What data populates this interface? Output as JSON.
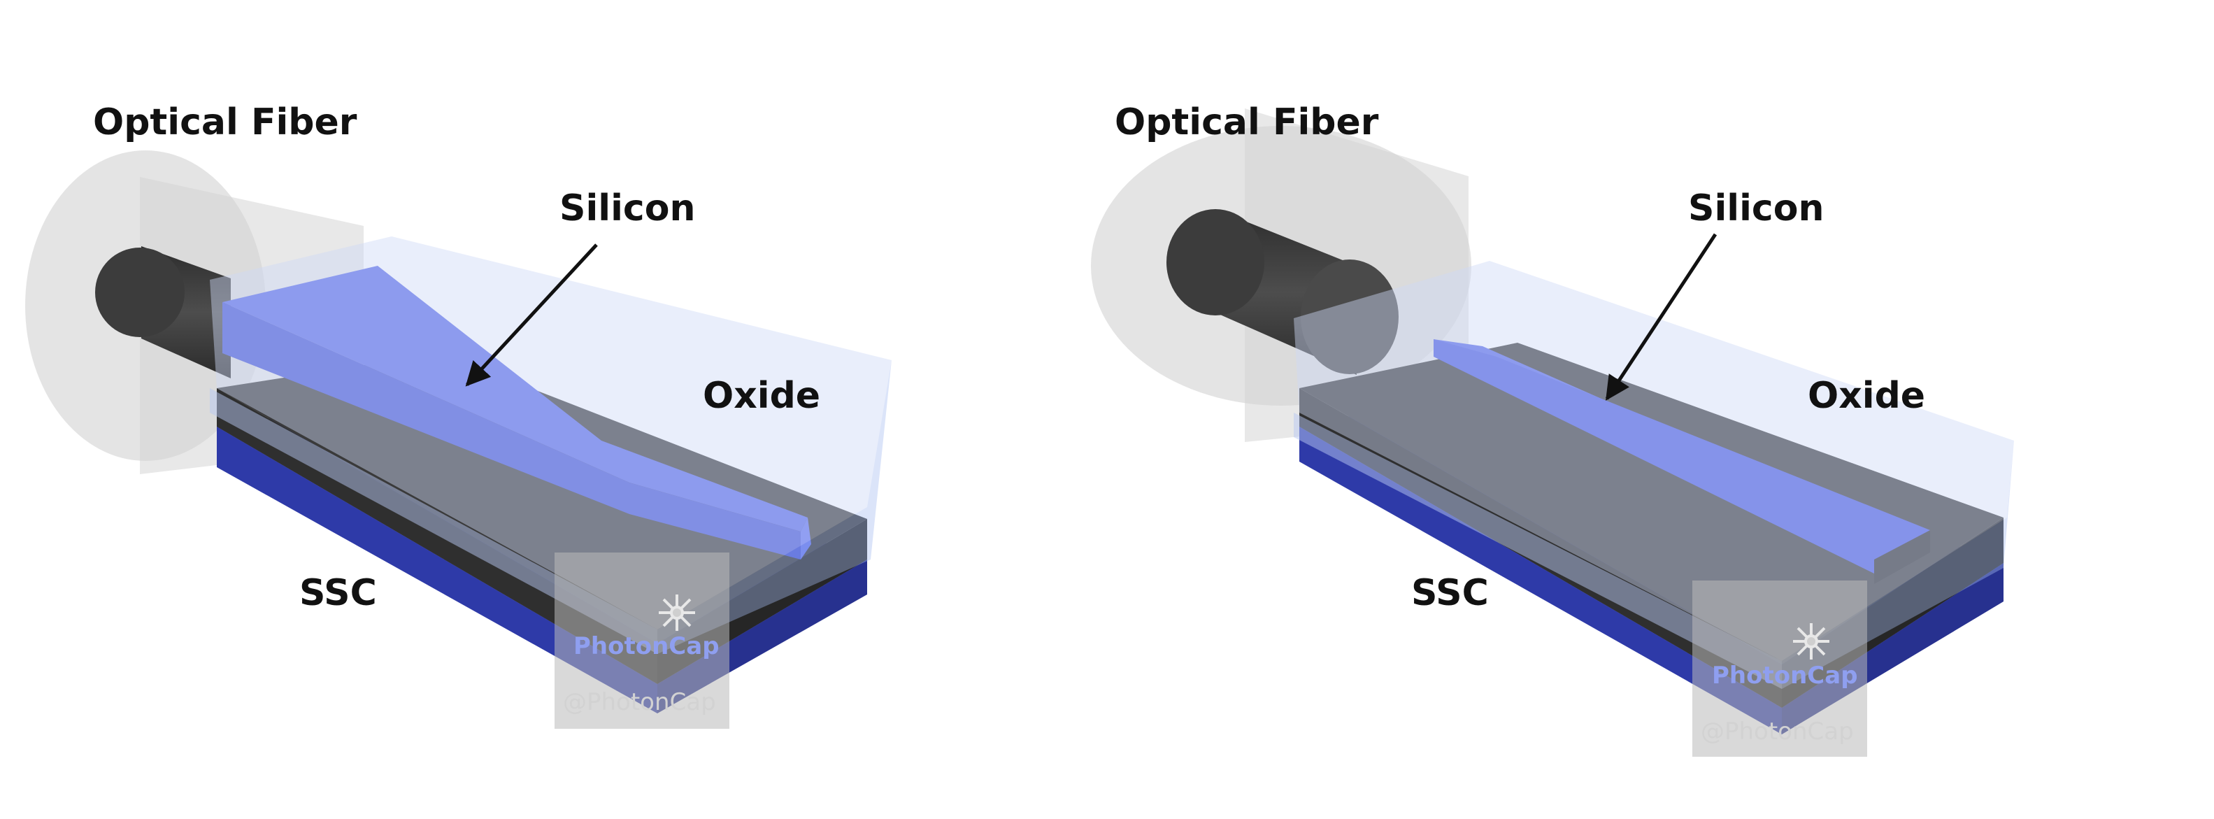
{
  "panels": [
    {
      "labels": {
        "fiber": "Optical Fiber",
        "silicon": "Silicon",
        "oxide": "Oxide",
        "ssc": "SSC"
      },
      "watermark": {
        "brand": "PhotonCap",
        "handle": "@PhotonCap"
      }
    },
    {
      "labels": {
        "fiber": "Optical Fiber",
        "silicon": "Silicon",
        "oxide": "Oxide",
        "ssc": "SSC"
      },
      "watermark": {
        "brand": "PhotonCap",
        "handle": "@PhotonCap"
      }
    }
  ],
  "colors": {
    "silicon": "#5566e6",
    "substrate": "#3340b8",
    "dark_layer": "#3a3a3a",
    "oxide": "#cfdaf6",
    "fiber_cladding": "#cccccc",
    "fiber_core": "#3e3e3e",
    "watermark_box": "#b9b9b9"
  },
  "icons": [
    "sun-icon"
  ]
}
